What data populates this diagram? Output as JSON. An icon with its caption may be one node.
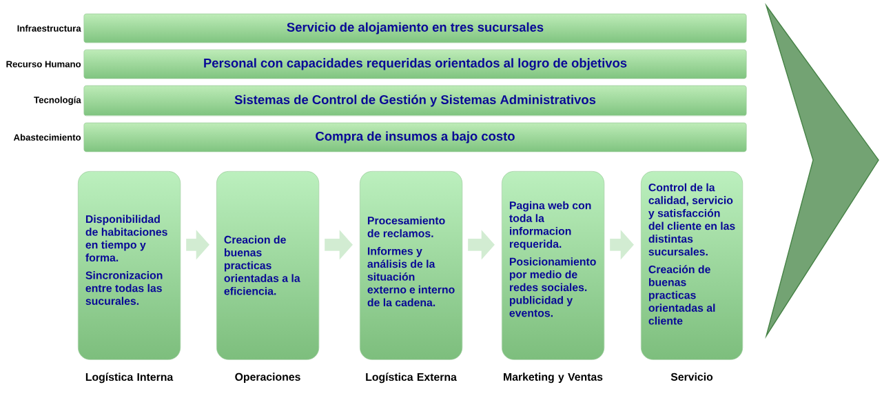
{
  "diagram": {
    "nodes": [
      {
        "text": [
          "Servicio de alojamiento en tres sucursales"
        ],
        "beside": [
          "Infraestructura"
        ]
      },
      {
        "text": [
          "Personal con capacidades requeridas orientados al logro de objetivos"
        ],
        "beside": [
          "Recurso Humano"
        ]
      },
      {
        "text": [
          "Sistemas de Control de Gestión y Sistemas Administrativos"
        ],
        "beside": [
          "Tecnología"
        ]
      },
      {
        "text": [
          "Compra de insumos a bajo costo"
        ],
        "beside": [
          "Abastecimiento"
        ]
      },
      {
        "text": [
          "Disponibilidad de habitaciones en tiempo y forma.",
          "Sincronizacion entre todas las sucurales."
        ],
        "beside": [
          "Logística Interna"
        ]
      },
      {
        "text": [
          "Creacion de buenas practicas orientadas a la eficiencia."
        ],
        "beside": [
          "Operaciones"
        ]
      },
      {
        "text": [
          "Procesamiento de reclamos.",
          "Informes y análisis de la situación externo e interno de la cadena."
        ],
        "beside": [
          "Logística Externa"
        ]
      },
      {
        "text": [
          "Pagina web con toda la informacion requerida.",
          "Posicionamiento por medio de redes sociales. publicidad y eventos."
        ],
        "beside": [
          "Marketing y Ventas"
        ]
      },
      {
        "text": [
          "Control de la calidad, servicio y satisfacción del cliente en las distintas sucursales.",
          "Creación de buenas practicas orientadas al cliente"
        ],
        "beside": [
          "Servicio"
        ]
      }
    ],
    "edges": [
      {
        "from": 4,
        "to": 5,
        "arrow": "to"
      },
      {
        "from": 5,
        "to": 6,
        "arrow": "to"
      },
      {
        "from": 6,
        "to": 7,
        "arrow": "to"
      },
      {
        "from": 7,
        "to": 8,
        "arrow": "to"
      }
    ]
  }
}
